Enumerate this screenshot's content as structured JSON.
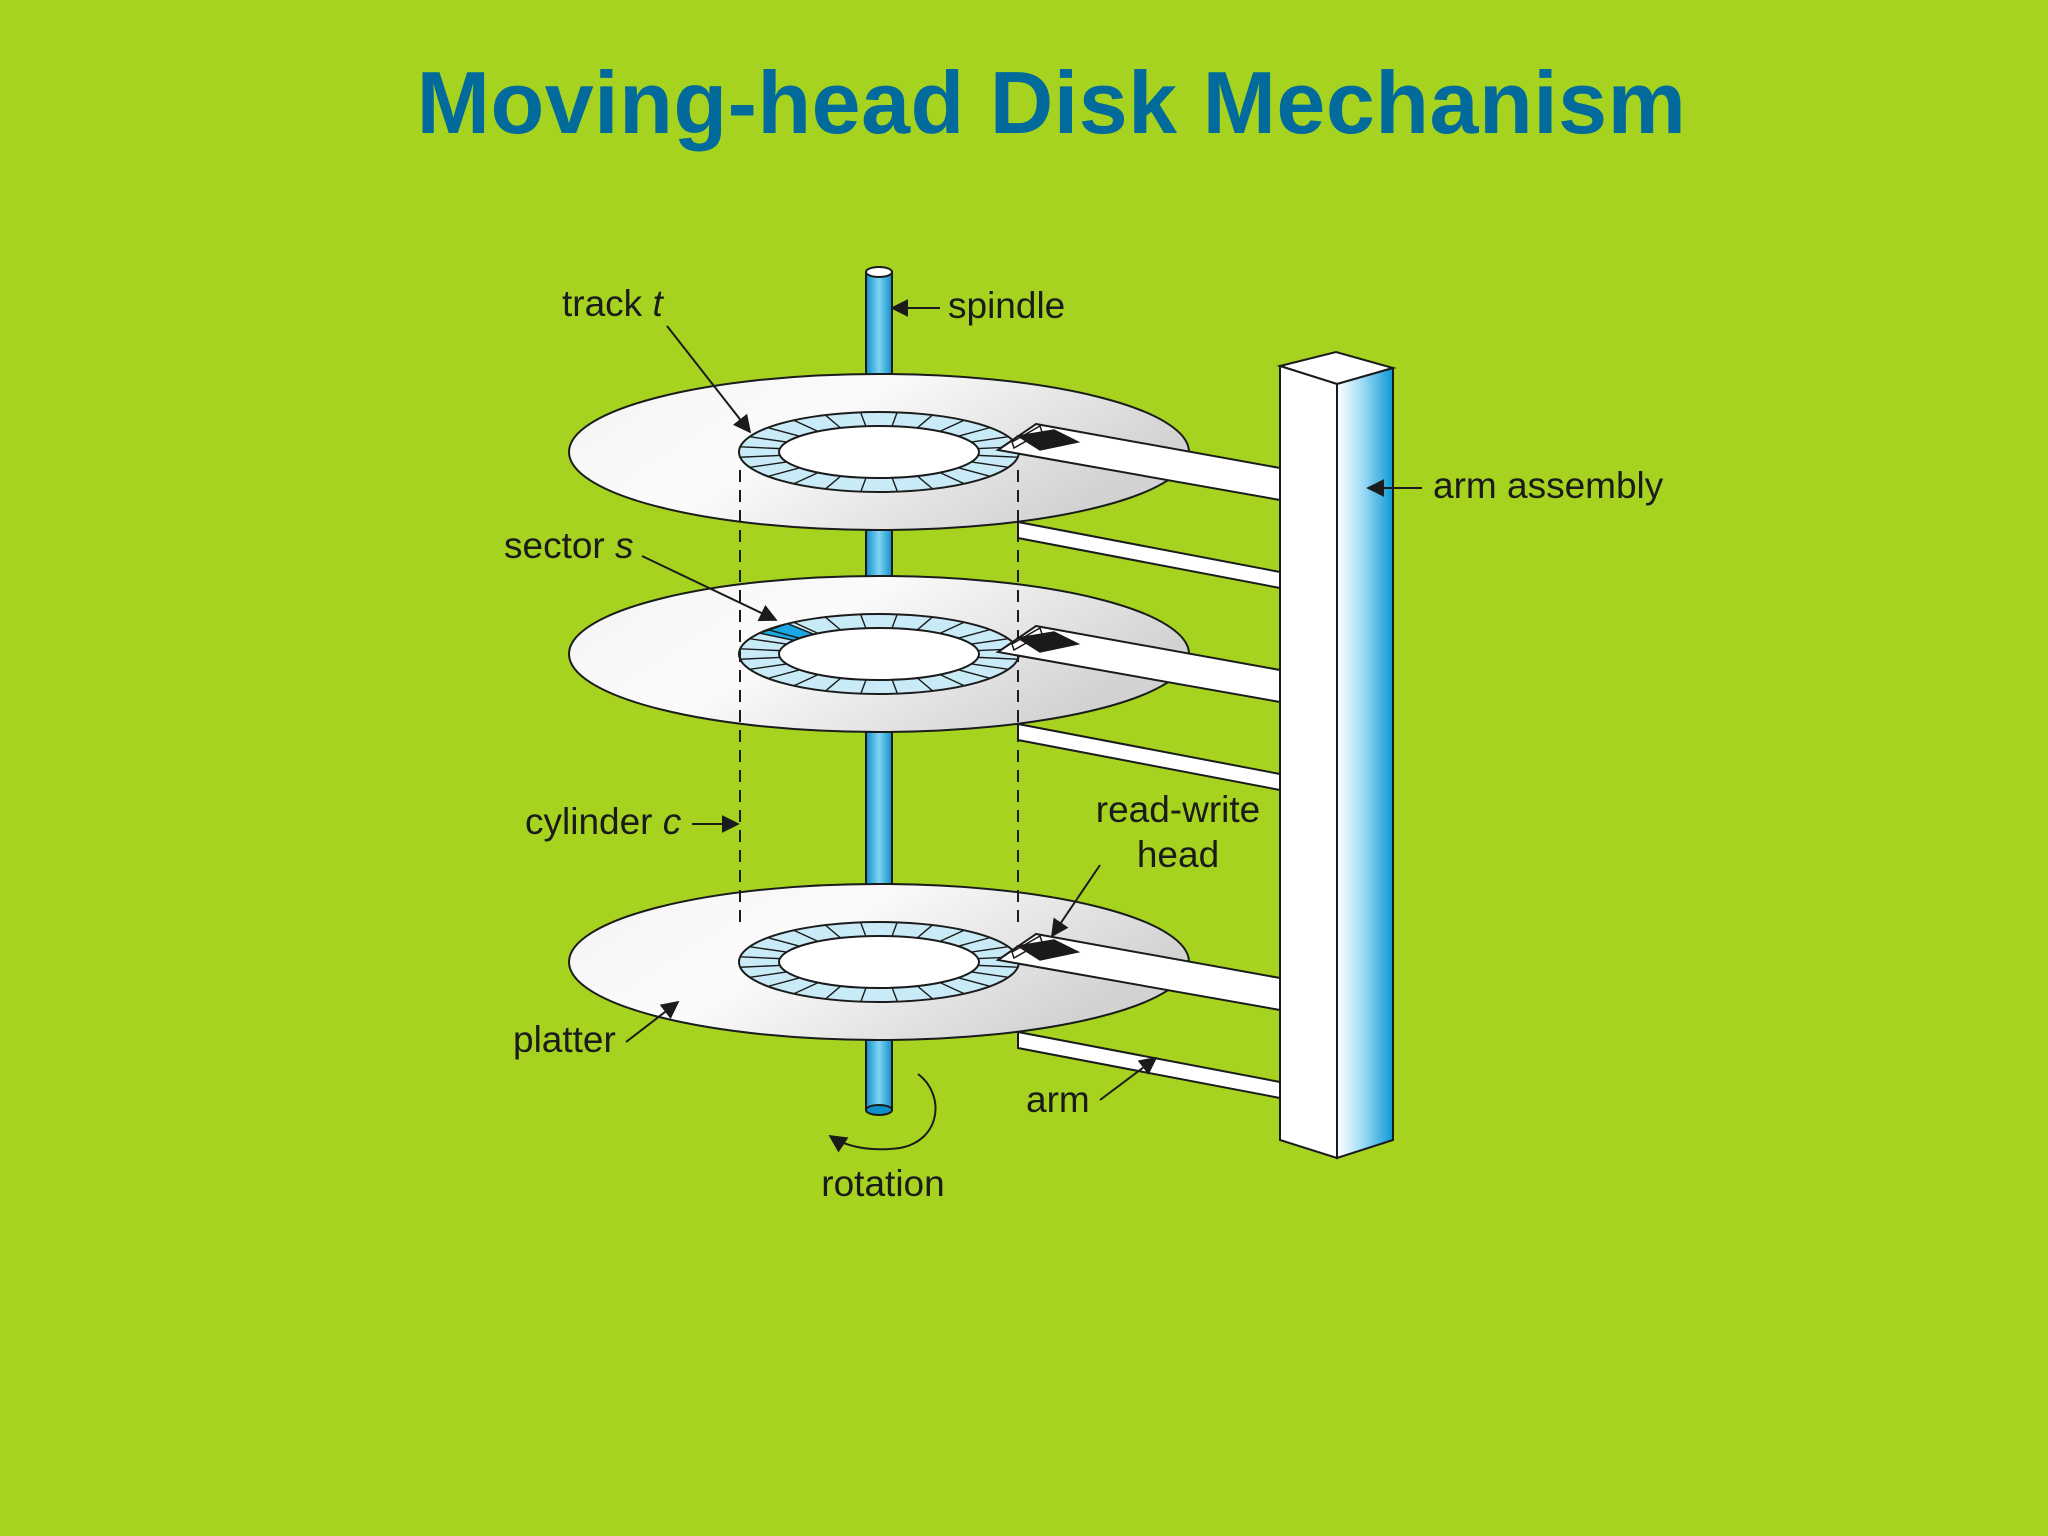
{
  "slide": {
    "title": "Moving-head Disk Mechanism"
  },
  "diagram": {
    "labels": {
      "track": "track",
      "track_var": "t",
      "spindle": "spindle",
      "arm_assembly": "arm assembly",
      "sector": "sector",
      "sector_var": "s",
      "cylinder": "cylinder",
      "cylinder_var": "c",
      "read_write_line1": "read-write",
      "read_write_line2": "head",
      "platter": "platter",
      "arm": "arm",
      "rotation": "rotation"
    },
    "colors": {
      "background": "#a5d320",
      "title": "#036a9c",
      "spindle_blue": "#1aa9e2",
      "track_fill": "#c8ebf7",
      "highlighted_sector": "#1aa9e2",
      "platter": "#e8e8e8",
      "head": "#1a1a1a"
    },
    "platter_count": 3,
    "sectors_per_track": 24
  }
}
